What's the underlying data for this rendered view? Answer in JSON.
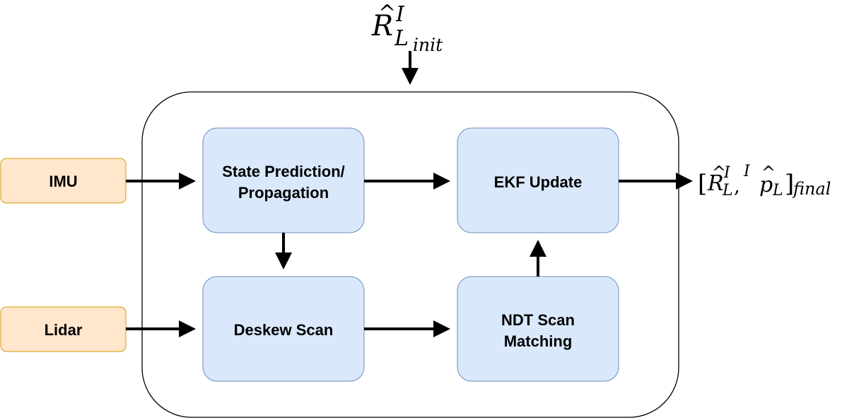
{
  "colors": {
    "process_fill": "#dae8fc",
    "process_stroke": "#6c8ebf",
    "input_fill": "#ffe6cc",
    "input_stroke": "#d79b00",
    "line": "#000000"
  },
  "inputs": {
    "imu": {
      "label": "IMU"
    },
    "lidar": {
      "label": "Lidar"
    }
  },
  "blocks": {
    "state_prediction": {
      "line1": "State Prediction/",
      "line2": "Propagation"
    },
    "deskew_scan": {
      "label": "Deskew Scan"
    },
    "ekf_update": {
      "label": "EKF Update"
    },
    "ndt_matching": {
      "line1": "NDT Scan",
      "line2": "Matching"
    }
  },
  "init_input": {
    "symbol": "R",
    "accent": "^",
    "superscript": "I",
    "subscript": "L",
    "sub_subscript": "init"
  },
  "final_output": {
    "open_bracket": "[",
    "symbol_r": "R",
    "accent": "^",
    "r_superscript": "I",
    "r_subscript": "L",
    "comma": ",",
    "p_presuperscript": "I",
    "symbol_p": "p",
    "p_subscript": "L",
    "close_bracket": "]",
    "bracket_subscript": "final"
  }
}
